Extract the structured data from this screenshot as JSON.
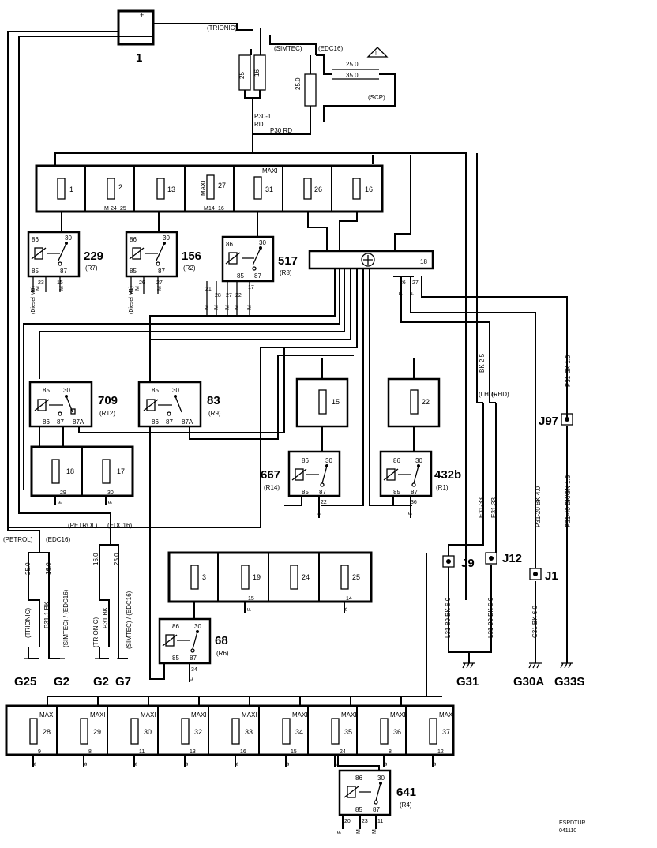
{
  "battery": {
    "label": "1",
    "plus": "+",
    "minus": "-"
  },
  "variants": {
    "trionic": "(TRIONIC)",
    "simtec": "(SIMTEC)",
    "edc16_a": "(EDC16)"
  },
  "battery_cables": {
    "c1": "25",
    "c2": "16",
    "c3": "25.0",
    "c4": "25.0",
    "c5": "35.0",
    "scp": "(SCP)",
    "warning": "!"
  },
  "main_feed": {
    "p30_1": "P30-1",
    "rd1": "RD",
    "p30": "P30 RD"
  },
  "upper_fuse_box": {
    "fuses": [
      {
        "label": "1",
        "maxi": "",
        "pins": []
      },
      {
        "label": "2",
        "maxi": "",
        "pins": [
          "M",
          "24",
          "25"
        ]
      },
      {
        "label": "13",
        "maxi": "",
        "pins": []
      },
      {
        "label": "27",
        "maxi": "MAXI",
        "pins": [
          "M",
          "14",
          "16"
        ]
      },
      {
        "label": "31",
        "maxi": "MAXI",
        "pins": []
      },
      {
        "label": "26",
        "maxi": "",
        "pins": []
      },
      {
        "label": "16",
        "maxi": "",
        "pins": []
      }
    ]
  },
  "relays": [
    {
      "num": "229",
      "code": "(R7)",
      "t1": "86",
      "t2": "30",
      "t3": "85",
      "t4": "87",
      "pins": [
        "M",
        "23",
        "M",
        "15"
      ],
      "note": "(Diesel M6)"
    },
    {
      "num": "156",
      "code": "(R2)",
      "t1": "86",
      "t2": "30",
      "t3": "85",
      "t4": "87",
      "pins": [
        "M",
        "26",
        "M",
        "27"
      ],
      "note": "(Diesel M1)"
    },
    {
      "num": "517",
      "code": "(R8)",
      "t1": "86",
      "t2": "30",
      "t3": "85",
      "t4": "87",
      "pins": [
        "21",
        "M",
        "28",
        "M",
        "27",
        "M",
        "22",
        "M",
        "17",
        "M"
      ],
      "note": ""
    },
    {
      "num": "709",
      "code": "(R12)",
      "t1": "85",
      "t2": "30",
      "t3": "86",
      "t4": "87",
      "t5": "87A",
      "pins": [],
      "note": ""
    },
    {
      "num": "83",
      "code": "(R9)",
      "t1": "85",
      "t2": "30",
      "t3": "86",
      "t4": "87",
      "t5": "87A",
      "pins": [],
      "note": ""
    },
    {
      "num": "667",
      "code": "(R14)",
      "t1": "86",
      "t2": "30",
      "t3": "85",
      "t4": "87",
      "pins": [
        "22",
        "F"
      ],
      "note": ""
    },
    {
      "num": "432b",
      "code": "(R1)",
      "t1": "86",
      "t2": "30",
      "t3": "85",
      "t4": "87",
      "pins": [
        "36",
        "F"
      ],
      "note": ""
    },
    {
      "num": "68",
      "code": "(R6)",
      "t1": "86",
      "t2": "30",
      "t3": "85",
      "t4": "87",
      "pins": [
        "34",
        "L"
      ],
      "note": ""
    },
    {
      "num": "641",
      "code": "(R4)",
      "t1": "86",
      "t2": "30",
      "t3": "85",
      "t4": "87",
      "pins": [
        "F",
        "20",
        "M",
        "23",
        "M",
        "11"
      ],
      "note": ""
    }
  ],
  "connector": {
    "pin1": "18",
    "pin2": "26",
    "pin3": "27",
    "f1": "F",
    "f2": "F"
  },
  "mid_fuses": {
    "f15": "15",
    "f22": "22"
  },
  "left_fuse_box": {
    "f18": "18",
    "f17": "17",
    "p29": "29",
    "p30": "30",
    "f": "F"
  },
  "lower_fuse_box": {
    "fuses": [
      {
        "label": "3",
        "pin": ""
      },
      {
        "label": "19",
        "pin": "15"
      },
      {
        "label": "24",
        "pin": ""
      },
      {
        "label": "25",
        "pin": "14"
      }
    ],
    "f": "F",
    "b": "B"
  },
  "maxi_box": {
    "fuses": [
      {
        "label": "28",
        "pin": "9",
        "tag": "B"
      },
      {
        "label": "29",
        "pin": "8",
        "tag": "B"
      },
      {
        "label": "30",
        "pin": "11",
        "tag": "B"
      },
      {
        "label": "32",
        "pin": "13",
        "tag": "B"
      },
      {
        "label": "33",
        "pin": "16",
        "tag": "B"
      },
      {
        "label": "34",
        "pin": "15",
        "tag": "B"
      },
      {
        "label": "35",
        "pin": "24",
        "tag": "F"
      },
      {
        "label": "36",
        "pin": "8",
        "tag": "B"
      },
      {
        "label": "37",
        "pin": "12",
        "tag": "B"
      }
    ],
    "maxi": "MAXI"
  },
  "right_wires": {
    "bk25": "BK  2.5",
    "lhd": "(LHD)",
    "rhd": "(RHD)",
    "p31bk10": "P31  BK  1.0",
    "e3133a": "E31-33",
    "e3133b": "E31-33",
    "p3120": "P31-20  BK  4.0",
    "p3140": "P31-40  BK/GN  1.5",
    "l3189": "L31-89  BK  6.0",
    "l3190": "L31-90  BK  6.0",
    "c31": "C31  BK  6.0"
  },
  "grounds": {
    "j97": "J97",
    "j9": "J9",
    "j12": "J12",
    "j1": "J1",
    "g31": "G31",
    "g30a": "G30A",
    "g33s": "G33S"
  },
  "left_grounds": {
    "petrol1": "(PETROL)",
    "edc16_1": "(EDC16)",
    "petrol2": "(PETROL)",
    "edc16_2": "(EDC16)",
    "w250a": "25.0",
    "w160a": "16.0",
    "w160b": "16.0",
    "w250b": "25.0",
    "trionic1": "(TRIONIC)",
    "p311": "P31-1  BK",
    "simtec1": "(SIMTEC) / (EDC16)",
    "trionic2": "(TRIONIC)",
    "p31bk": "P31  BK",
    "simtec2": "(SIMTEC) / (EDC16)",
    "g25": "G25",
    "g2a": "G2",
    "g2b": "G2",
    "g7": "G7"
  },
  "footer": {
    "ref1": "ESPDTUR",
    "ref2": "041110"
  }
}
